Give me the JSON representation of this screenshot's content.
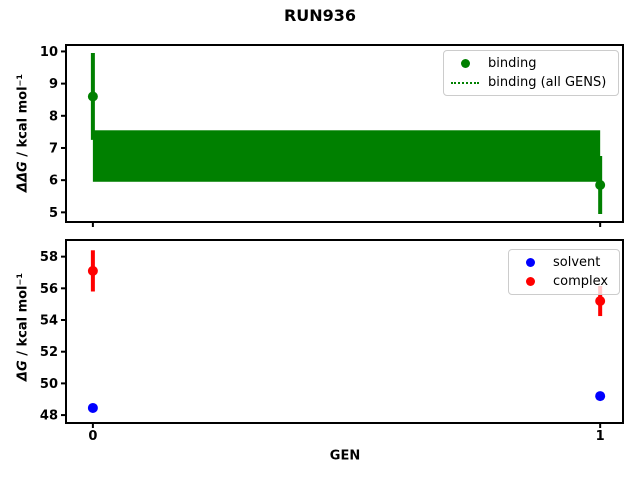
{
  "figure": {
    "title": "RUN936",
    "background": "#ffffff"
  },
  "chart_data": [
    {
      "type": "scatter",
      "title": "RUN936",
      "ylabel": "ΔΔG / kcal mol⁻¹",
      "ylabel_math": "ΔΔG",
      "ylabel_unit": " / kcal mol⁻¹",
      "x": [
        0,
        1
      ],
      "series": [
        {
          "name": "binding",
          "color": "#008000",
          "marker": "circle",
          "y": [
            8.6,
            5.85
          ],
          "yerr": [
            1.35,
            0.9
          ]
        }
      ],
      "band": {
        "name": "binding (all GENS)",
        "color": "#008000",
        "x": [
          0,
          1
        ],
        "ylow": 5.95,
        "yhigh": 7.55,
        "linestyle": "dotted"
      },
      "legend": {
        "position": "upper right",
        "entries": [
          {
            "label": "binding",
            "marker": "dot",
            "color": "#008000"
          },
          {
            "label": "binding (all GENS)",
            "marker": "dotted-line",
            "color": "#008000"
          }
        ]
      },
      "xlim": [
        -0.053,
        1.045
      ],
      "ylim": [
        4.7,
        10.2
      ],
      "yticks": [
        5,
        6,
        7,
        8,
        9,
        10
      ],
      "xticks": [
        0,
        1
      ],
      "show_xticklabels": false,
      "grid": false
    },
    {
      "type": "scatter",
      "xlabel": "GEN",
      "ylabel": "ΔG / kcal mol⁻¹",
      "ylabel_math": "ΔG",
      "ylabel_unit": " / kcal mol⁻¹",
      "x": [
        0,
        1
      ],
      "series": [
        {
          "name": "solvent",
          "color": "#0000ff",
          "marker": "circle",
          "y": [
            48.45,
            49.2
          ],
          "yerr": [
            0.15,
            0.1
          ]
        },
        {
          "name": "complex",
          "color": "#ff0000",
          "marker": "circle",
          "y": [
            57.1,
            55.2
          ],
          "yerr": [
            1.3,
            0.95
          ]
        }
      ],
      "legend": {
        "position": "upper right",
        "entries": [
          {
            "label": "solvent",
            "marker": "dot",
            "color": "#0000ff"
          },
          {
            "label": "complex",
            "marker": "dot",
            "color": "#ff0000"
          }
        ]
      },
      "xlim": [
        -0.053,
        1.045
      ],
      "ylim": [
        47.5,
        59.05
      ],
      "yticks": [
        48,
        50,
        52,
        54,
        56,
        58
      ],
      "xticks": [
        0,
        1
      ],
      "show_xticklabels": true,
      "grid": false
    }
  ]
}
